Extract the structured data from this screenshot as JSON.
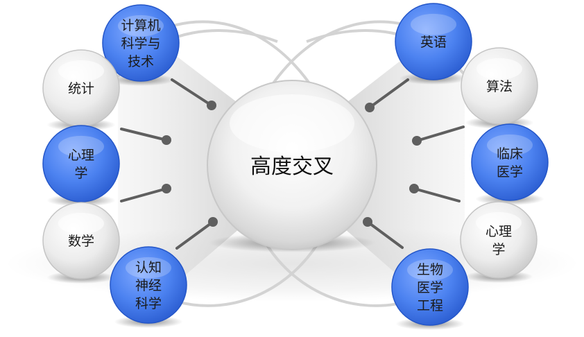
{
  "center": {
    "label": "高度交叉"
  },
  "colors": {
    "blue": "#4d84f0",
    "blue_dark": "#2456c8",
    "grey": "#e9e9e9",
    "connector": "#5f5f5f",
    "band": "#d9d9d9"
  },
  "left_nodes": [
    {
      "id": "cs",
      "color": "blue",
      "lines": [
        "计算机",
        "科学与",
        "技术"
      ]
    },
    {
      "id": "stats",
      "color": "grey",
      "lines": [
        "统计"
      ]
    },
    {
      "id": "psy",
      "color": "blue",
      "lines": [
        "心理",
        "学"
      ]
    },
    {
      "id": "math",
      "color": "grey",
      "lines": [
        "数学"
      ]
    },
    {
      "id": "neuro",
      "color": "blue",
      "lines": [
        "认知",
        "神经",
        "科学"
      ]
    }
  ],
  "right_nodes": [
    {
      "id": "english",
      "color": "blue",
      "lines": [
        "英语"
      ]
    },
    {
      "id": "algo",
      "color": "grey",
      "lines": [
        "算法"
      ]
    },
    {
      "id": "clinic",
      "color": "blue",
      "lines": [
        "临床",
        "医学"
      ]
    },
    {
      "id": "psy2",
      "color": "grey",
      "lines": [
        "心理",
        "学"
      ]
    },
    {
      "id": "bme",
      "color": "blue",
      "lines": [
        "生物",
        "医学",
        "工程"
      ]
    }
  ]
}
